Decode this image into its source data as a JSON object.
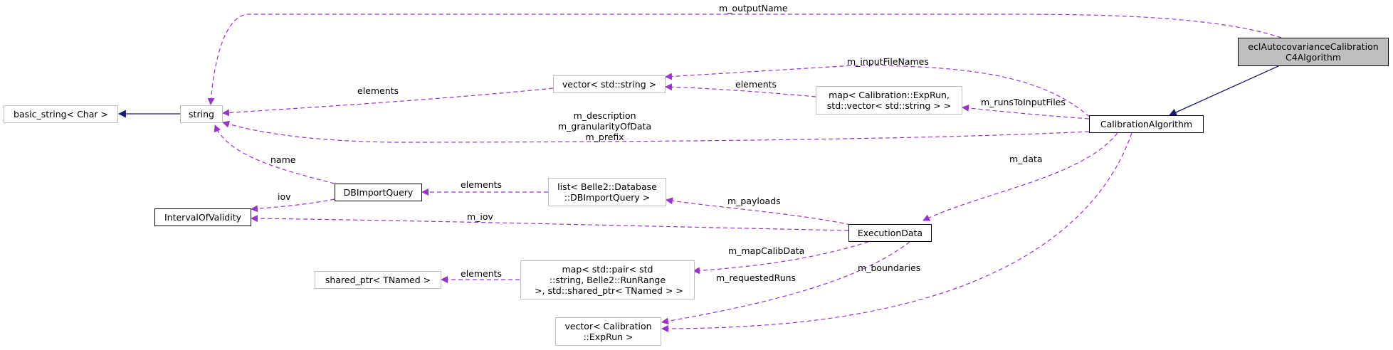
{
  "colors": {
    "dependency": "#9a32cd",
    "inheritance": "#191970",
    "main_fill": "#bfbfbf",
    "external_border": "#bfbfbf"
  },
  "nodes": {
    "main": "eclAutocovarianceCalibration\nC4Algorithm",
    "calibration_algorithm": "CalibrationAlgorithm",
    "basic_string": "basic_string< Char >",
    "string": "string",
    "vector_string": "vector< std::string >",
    "map_exprun": "map< Calibration::ExpRun,\nstd::vector< std::string > >",
    "db_import_query": "DBImportQuery",
    "list_db": "list< Belle2::Database\n::DBImportQuery >",
    "interval_of_validity": "IntervalOfValidity",
    "execution_data": "ExecutionData",
    "shared_ptr": "shared_ptr< TNamed >",
    "map_pair": "map< std::pair< std\n::string, Belle2::RunRange\n >, std::shared_ptr< TNamed > >",
    "vector_exprun": "vector< Calibration\n::ExpRun >"
  },
  "edge_labels": {
    "output_name": "m_outputName",
    "input_file_names": "m_inputFileNames",
    "elements_vector": "elements",
    "elements_map": "elements",
    "runs_to_input_files": "m_runsToInputFiles",
    "description_group": "m_description\nm_granularityOfData\nm_prefix",
    "name": "name",
    "iov": "iov",
    "elements_list": "elements",
    "m_iov": "m_iov",
    "m_payloads": "m_payloads",
    "m_data": "m_data",
    "m_map_calib_data": "m_mapCalibData",
    "elements_shared": "elements",
    "m_requested_runs": "m_requestedRuns",
    "m_boundaries": "m_boundaries"
  }
}
